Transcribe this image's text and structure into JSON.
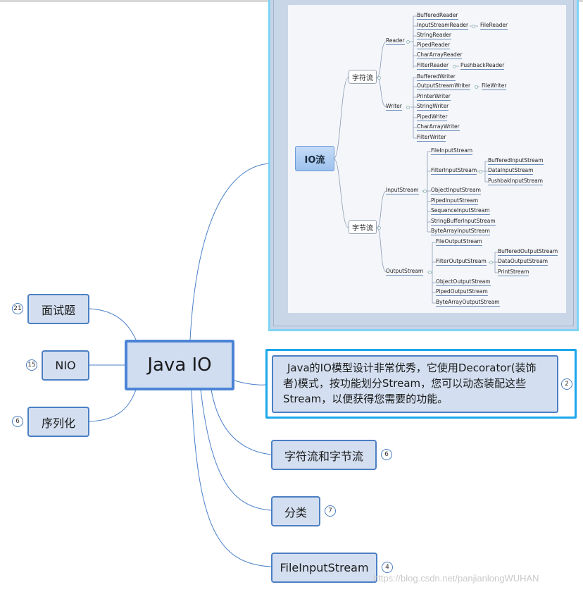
{
  "root": {
    "label": "Java IO"
  },
  "left_topics": [
    {
      "label": "面试题",
      "badge": "21"
    },
    {
      "label": "NIO",
      "badge": "15"
    },
    {
      "label": "序列化",
      "badge": "6"
    }
  ],
  "note": {
    "text": "Java的IO模型设计非常优秀，它使用Decorator(装饰者)模式，按功能划分Stream，您可以动态装配这些Stream，以便获得您需要的功能。",
    "badge": "2"
  },
  "right_topics": [
    {
      "label": "字符流和字节流",
      "badge": "6"
    },
    {
      "label": "分类",
      "badge": "7"
    },
    {
      "label": "FileInputStream",
      "badge": "4"
    }
  ],
  "embedded_map": {
    "root": "IO流",
    "char_stream": "字符流",
    "byte_stream": "字节流",
    "reader": "Reader",
    "writer": "Writer",
    "input_stream": "InputStream",
    "output_stream": "OutputStream",
    "reader_items": [
      "BufferedReader",
      "InputStreamReader",
      "StringReader",
      "PipedReader",
      "CharArrayReader",
      "FilterReader"
    ],
    "file_reader": "FileReader",
    "pushback_reader": "PushbackReader",
    "writer_items": [
      "BufferedWriter",
      "OutputStreamWriter",
      "PrinterWriter",
      "StringWriter",
      "PipedWriter",
      "CharArrayWriter",
      "FilterWriter"
    ],
    "file_writer": "FileWriter",
    "input_items": [
      "FileInputStream",
      "FilterInputStream",
      "ObjectInputStream",
      "PipedInputStream",
      "SequenceInputStream",
      "StringBufferInputStream",
      "ByteArrayInputStream"
    ],
    "filter_input_children": [
      "BufferedInputStream",
      "DataInputStream",
      "PushbakInputStream"
    ],
    "output_items": [
      "FileOutputStream",
      "FilterOutputStream",
      "ObjectOutputStream",
      "PipedOutputStream",
      "ByteArrayOutputStream"
    ],
    "filter_output_children": [
      "BufferedOutputStream",
      "DataOutputStream",
      "PrintStream"
    ]
  },
  "watermark": "https://blog.csdn.net/panjianlongWUHAN",
  "colors": {
    "node_fill": "#d3dff0",
    "node_border": "#4c7fc4",
    "line": "#4a7fc8",
    "highlight": "#1aa7ec"
  }
}
